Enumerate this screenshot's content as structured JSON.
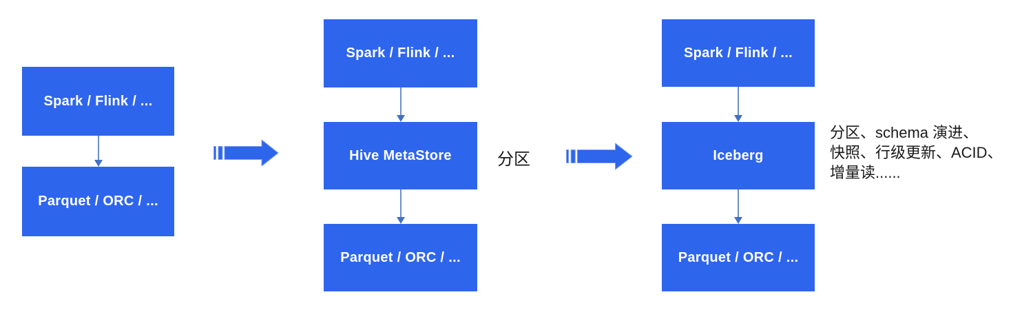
{
  "diagram": {
    "stage1": {
      "nodes": {
        "top": "Spark / Flink / ...",
        "bottom": "Parquet / ORC / ..."
      }
    },
    "stage2": {
      "nodes": {
        "top": "Spark / Flink / ...",
        "middle": "Hive MetaStore",
        "bottom": "Parquet / ORC / ..."
      }
    },
    "stage3": {
      "nodes": {
        "top": "Spark / Flink / ...",
        "middle": "Iceberg",
        "bottom": "Parquet / ORC / ..."
      }
    },
    "transition2_label": "分区",
    "annotation": {
      "lines": [
        "分区、schema 演进、",
        "快照、行级更新、ACID、",
        "增量读......"
      ]
    },
    "colors": {
      "node_fill": "#2E65ED",
      "node_text": "#FFFFFF",
      "big_arrow_fill": "#2E65ED",
      "big_arrow_outline": "#7CA0EF",
      "connector_line": "#6C8FCC",
      "connector_arrowhead": "#4470C4",
      "label_text": "#1A1A1A",
      "background": "#FFFFFF"
    }
  }
}
